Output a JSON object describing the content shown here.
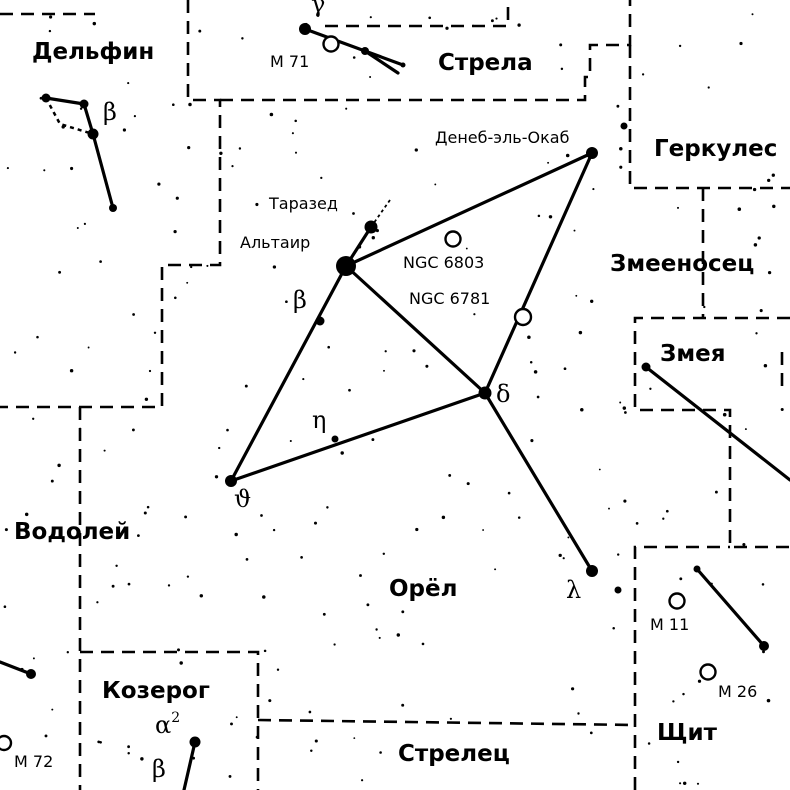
{
  "constellations": {
    "delphinus": "Дельфин",
    "sagitta": "Стрела",
    "hercules": "Геркулес",
    "ophiuchus": "Змееносец",
    "serpens": "Змея",
    "aquarius": "Водолей",
    "aquila": "Орёл",
    "capricornus": "Козерог",
    "sagittarius": "Стрелец",
    "scutum": "Щит"
  },
  "stars": {
    "deneb_el_okab": "Денеб-эль-Окаб",
    "tarazed": "Таразед",
    "altair": "Альтаир"
  },
  "greek": {
    "sagitta_gamma": "γ",
    "delphinus_beta": "β",
    "aquila_beta": "β",
    "aquila_eta": "η",
    "aquila_delta": "δ",
    "aquila_theta": "ϑ",
    "aquila_lambda": "λ",
    "capricornus_alpha": "α",
    "capricornus_alpha_index": "2",
    "capricornus_beta": "β"
  },
  "objects": {
    "m71": "М 71",
    "ngc6803": "NGC 6803",
    "ngc6781": "NGC 6781",
    "m11": "М 11",
    "m26": "М 26",
    "m72": "М 72"
  },
  "colors": {
    "ink": "#000000",
    "background": "#ffffff"
  }
}
